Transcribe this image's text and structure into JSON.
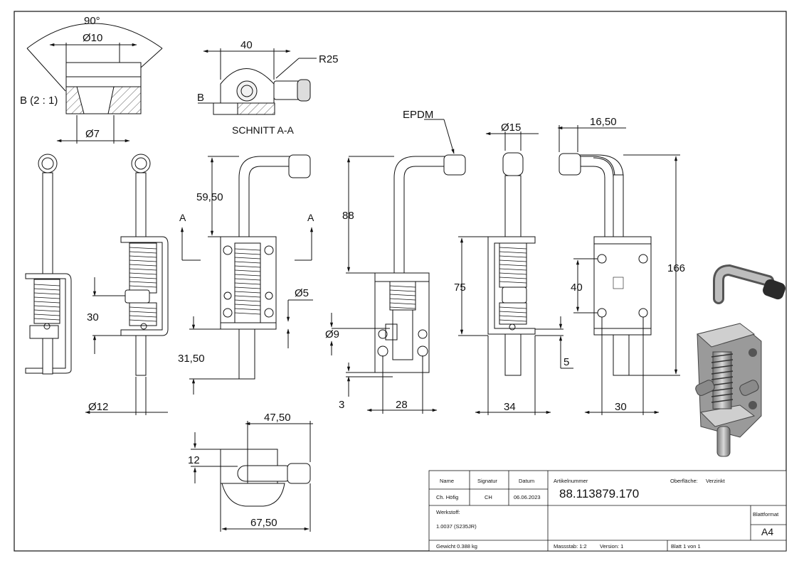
{
  "views": {
    "section_label": "SCHNITT A-A",
    "detail_label": "B (2 : 1)",
    "detail_marker": "B",
    "section_marker_left": "A",
    "section_marker_right": "A",
    "material_note": "EPDM"
  },
  "dimensions": {
    "angle": "90°",
    "d10": "Ø10",
    "d7": "Ø7",
    "w40_top": "40",
    "r25": "R25",
    "h59_50": "59,50",
    "h88": "88",
    "d15": "Ø15",
    "w16_50": "16,50",
    "h166": "166",
    "h75": "75",
    "h40": "40",
    "h30": "30",
    "d5": "Ø5",
    "d9": "Ø9",
    "h31_50": "31,50",
    "h5": "5",
    "h3": "3",
    "d12": "Ø12",
    "w28": "28",
    "w34": "34",
    "w30": "30",
    "w47_50": "47,50",
    "h12": "12",
    "w67_50": "67,50"
  },
  "title_block": {
    "name_header": "Name",
    "signature_header": "Signatur",
    "date_header": "Datum",
    "name": "Ch. Höfig",
    "signature": "CH",
    "date": "06.06.2023",
    "article_label": "Artikelnummer",
    "article_number": "88.113879.170",
    "surface_label": "Oberfläche:",
    "surface_value": "Verzinkt",
    "material_label": "Werkstoff:",
    "material_value": "1.0037 (S235JR)",
    "sheet_format_label": "Blattformat",
    "sheet_format": "A4",
    "weight": "Gewicht 0.388 kg",
    "scale": "Massstab: 1:2",
    "version": "Version: 1",
    "sheet": "Blatt 1 von 1"
  }
}
